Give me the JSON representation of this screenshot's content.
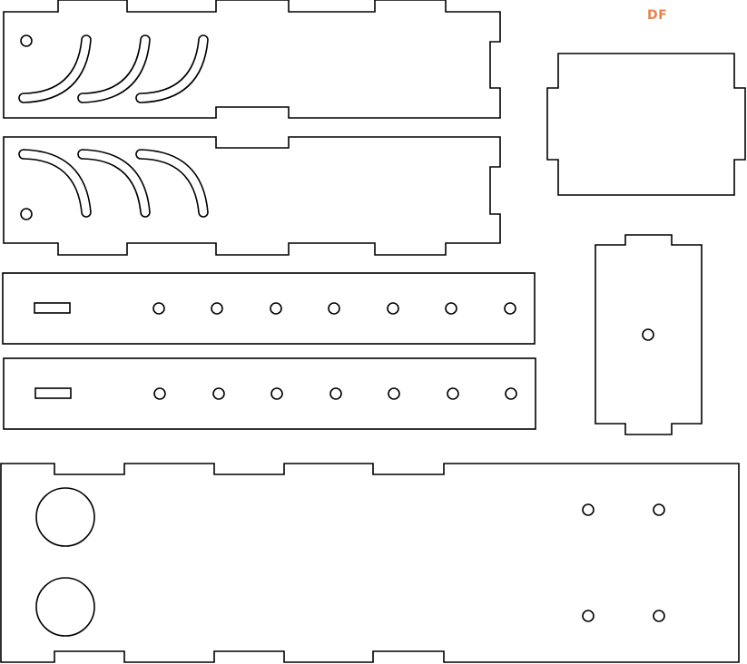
{
  "logo": {
    "text": "DF",
    "color": "#E8834E"
  },
  "stroke_color": "#000000",
  "background": "#ffffff",
  "parts": [
    {
      "id": "side-panel-top",
      "shape": "tabbed-rectangle",
      "slots": 3,
      "small_holes": 1
    },
    {
      "id": "side-panel-bottom",
      "shape": "tabbed-rectangle",
      "slots": 3,
      "small_holes": 1
    },
    {
      "id": "strip-1",
      "shape": "rectangle",
      "slots": 1,
      "small_holes": 7
    },
    {
      "id": "strip-2",
      "shape": "rectangle",
      "slots": 1,
      "small_holes": 7
    },
    {
      "id": "base-plate",
      "shape": "tabbed-rectangle",
      "large_holes": 2,
      "small_holes": 4
    },
    {
      "id": "end-plate",
      "shape": "tabbed-rectangle"
    },
    {
      "id": "end-plate-small",
      "shape": "tabbed-rectangle",
      "small_holes": 1
    }
  ]
}
